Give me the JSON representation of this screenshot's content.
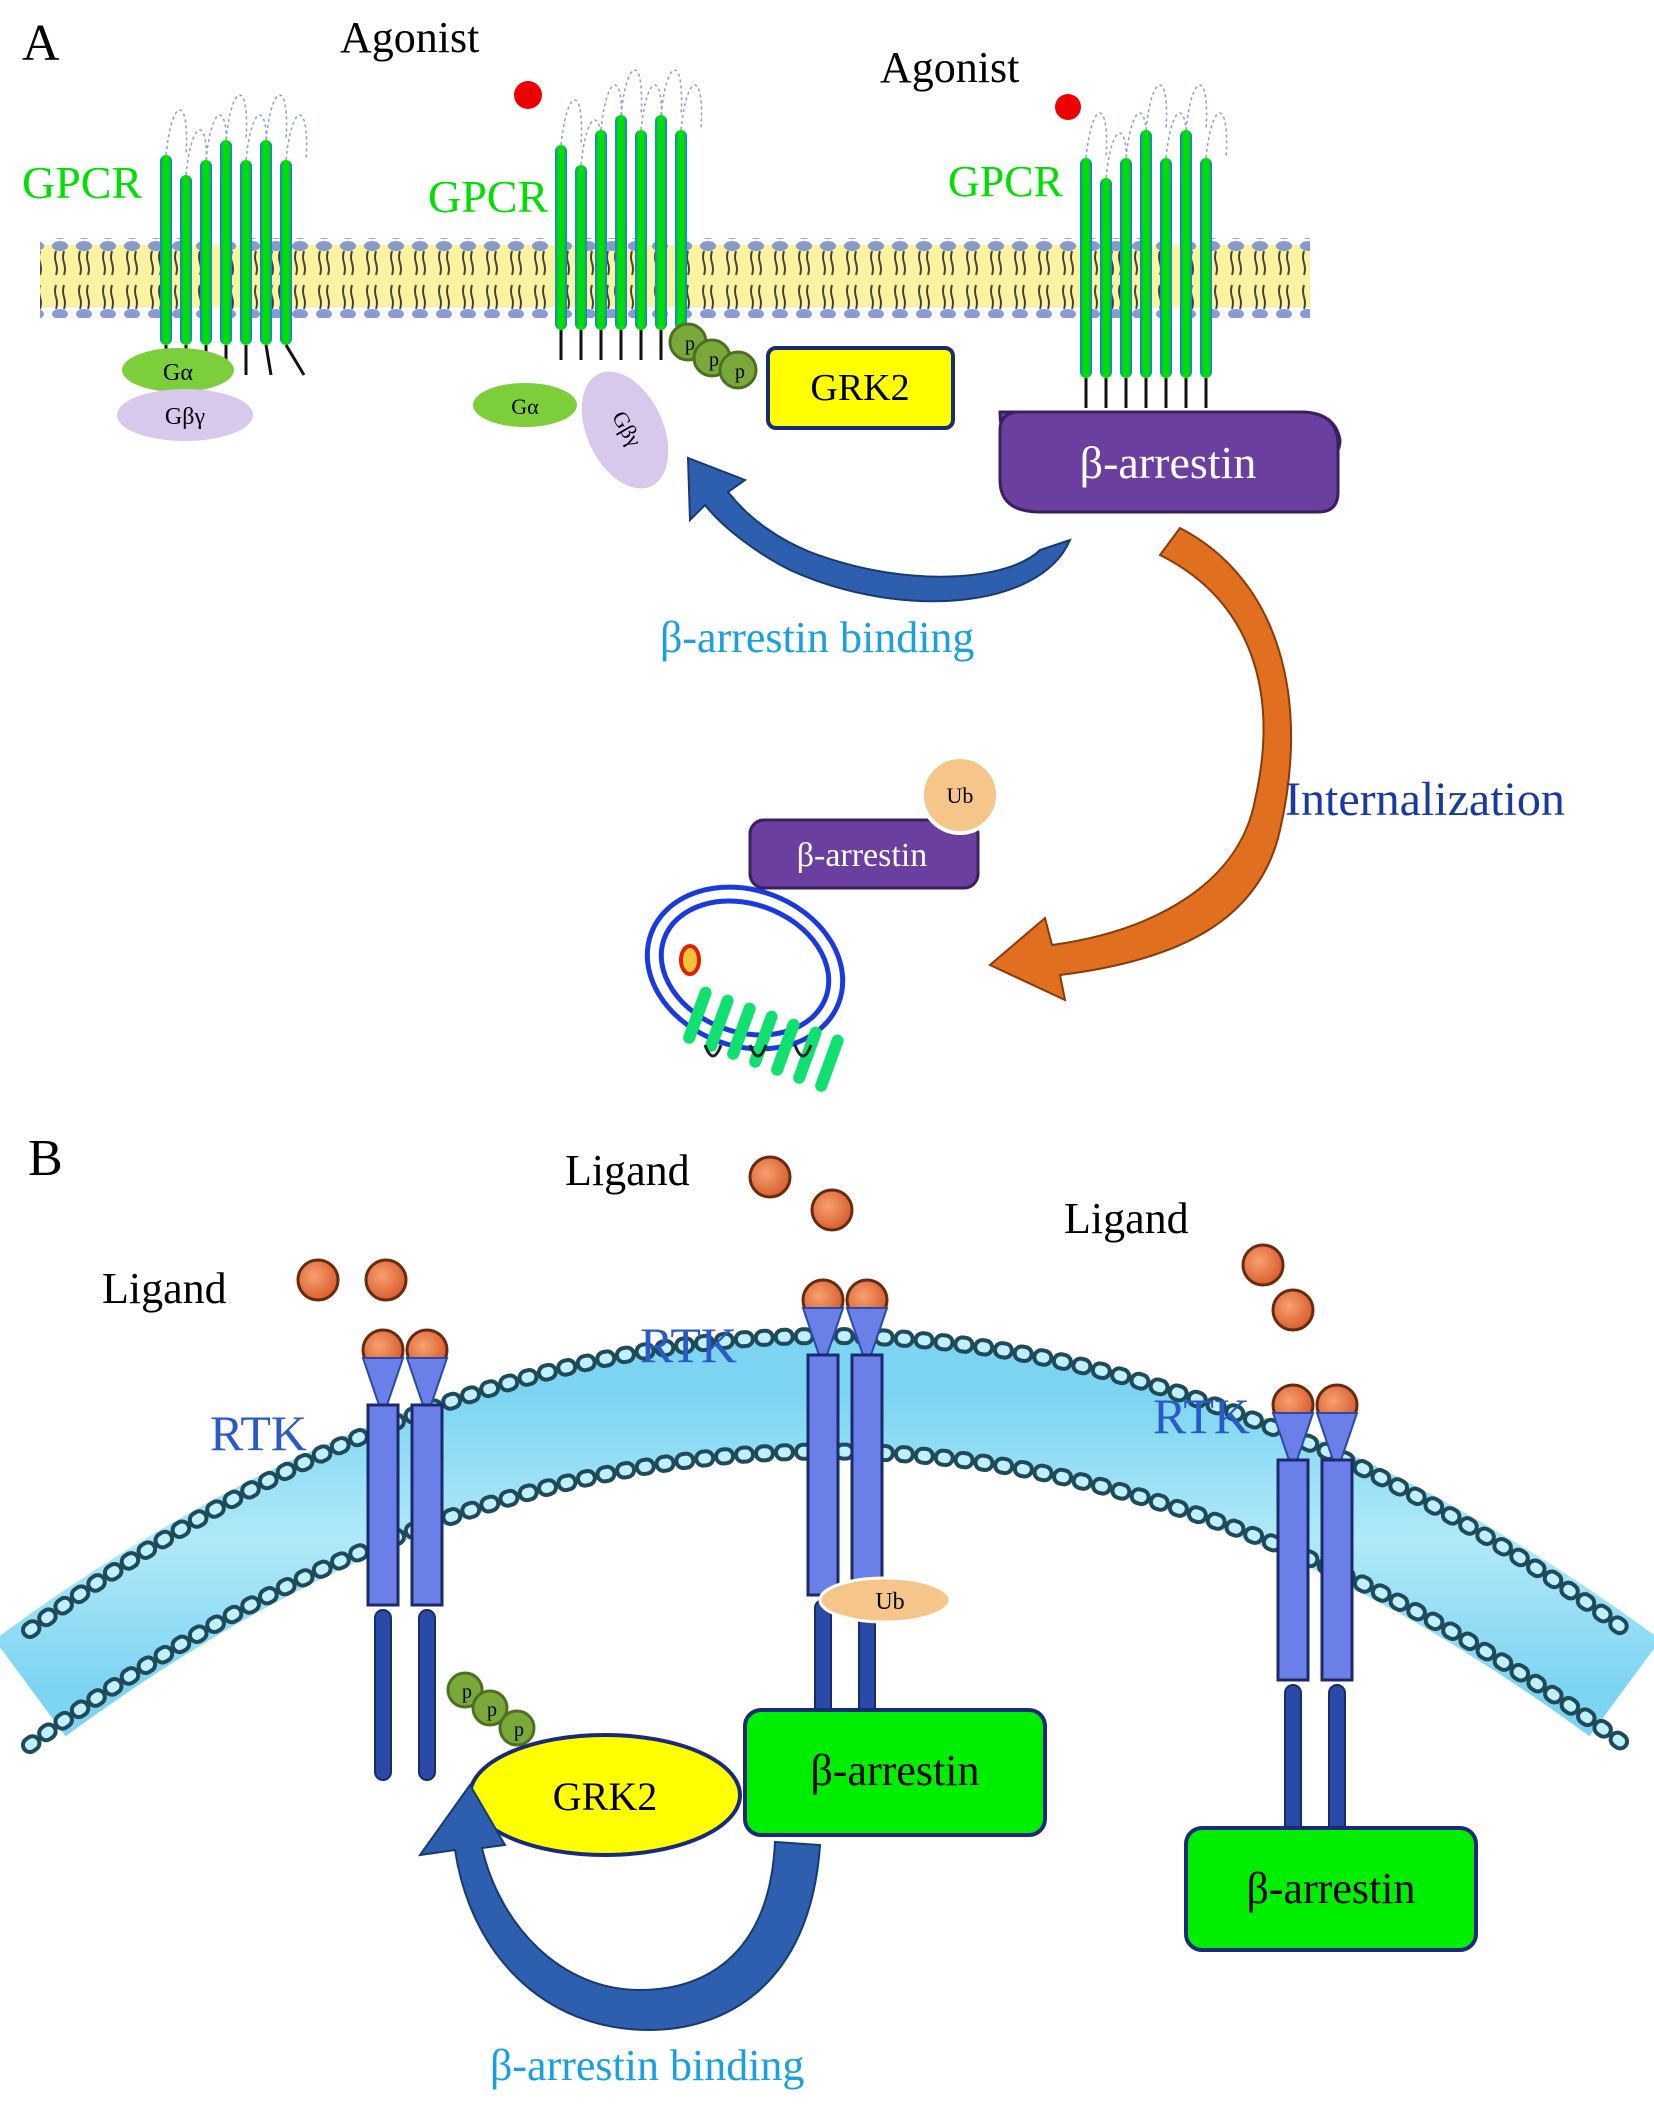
{
  "panel_a": {
    "label": "A",
    "agonist_label_1": "Agonist",
    "agonist_label_2": "Agonist",
    "gpcr_label_1": "GPCR",
    "gpcr_label_2": "GPCR",
    "gpcr_label_3": "GPCR",
    "g_alpha_1": "Gα",
    "g_betagamma_1": "Gβγ",
    "g_alpha_2": "Gα",
    "g_betagamma_2": "Gβγ",
    "phospho": [
      "p",
      "p",
      "p"
    ],
    "grk2": "GRK2",
    "beta_arrestin_main": "β-arrestin",
    "binding_label": "β-arrestin binding",
    "internalization_label": "Internalization",
    "ub_label": "Ub",
    "beta_arrestin_internal": "β-arrestin"
  },
  "panel_b": {
    "label": "B",
    "ligand_label_1": "Ligand",
    "ligand_label_2": "Ligand",
    "ligand_label_3": "Ligand",
    "rtk_label_1": "RTK",
    "rtk_label_2": "RTK",
    "rtk_label_3": "RTK",
    "phospho": [
      "p",
      "p",
      "p"
    ],
    "grk2": "GRK2",
    "ub_label": "Ub",
    "beta_arrestin_1": "β-arrestin",
    "beta_arrestin_2": "β-arrestin",
    "binding_label": "β-arrestin binding"
  },
  "colors": {
    "gpcr_green": "#00e000",
    "helix_blue": "#1e7be0",
    "membrane_yellow": "#fbf3a0",
    "lipid_blue": "#7a8fd0",
    "g_alpha_green": "#7ccf3a",
    "g_betagamma_lilac": "#d8c8ec",
    "grk2_yellow": "#ffff00",
    "arrestin_purple": "#6a3fa0",
    "arrestin_green": "#00ee00",
    "ub_orange": "#f6c58a",
    "agonist_red": "#ee0000",
    "ligand_orange": "#f08050",
    "rtk_blue": "#6a80e8",
    "rtk_dark": "#2a4aa8",
    "membrane_cyan": "#80d8f0",
    "arrow_blue": "#2d5fae",
    "arrow_orange": "#e07020",
    "binding_text": "#1aa0e0",
    "internalization_text": "#1a3aa0",
    "rtk_text": "#2a5ac8"
  }
}
